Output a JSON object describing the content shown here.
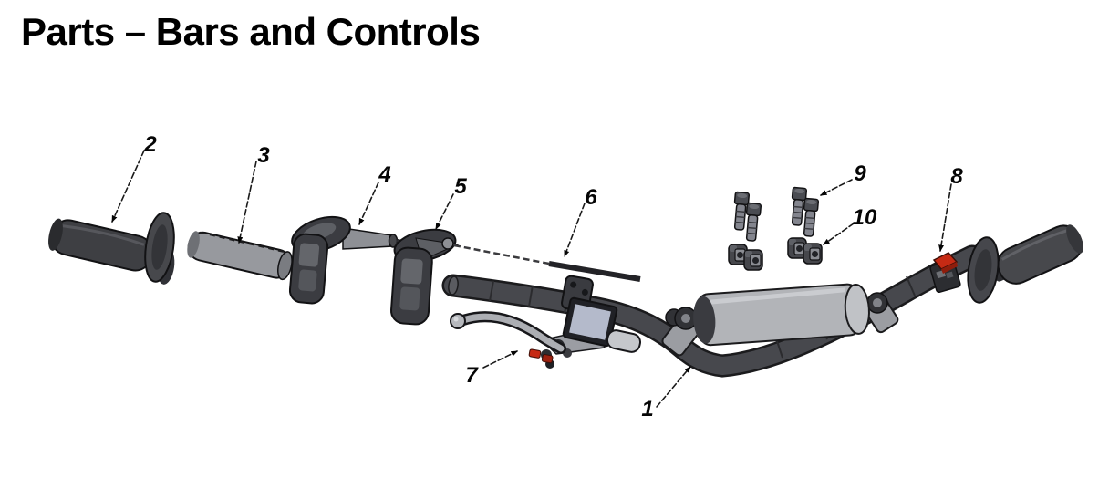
{
  "title": "Parts – Bars and Controls",
  "callouts": [
    {
      "label": "1"
    },
    {
      "label": "2"
    },
    {
      "label": "3"
    },
    {
      "label": "4"
    },
    {
      "label": "5"
    },
    {
      "label": "6"
    },
    {
      "label": "7"
    },
    {
      "label": "8"
    },
    {
      "label": "9"
    },
    {
      "label": "10"
    }
  ],
  "colors": {
    "background": "#ffffff",
    "ink": "#000000",
    "part_dark": "#47484d",
    "part_mid": "#8e9095",
    "part_light": "#b2b4b8",
    "reservoir_blue": "#b4bacb",
    "switch_red": "#c62a14"
  }
}
